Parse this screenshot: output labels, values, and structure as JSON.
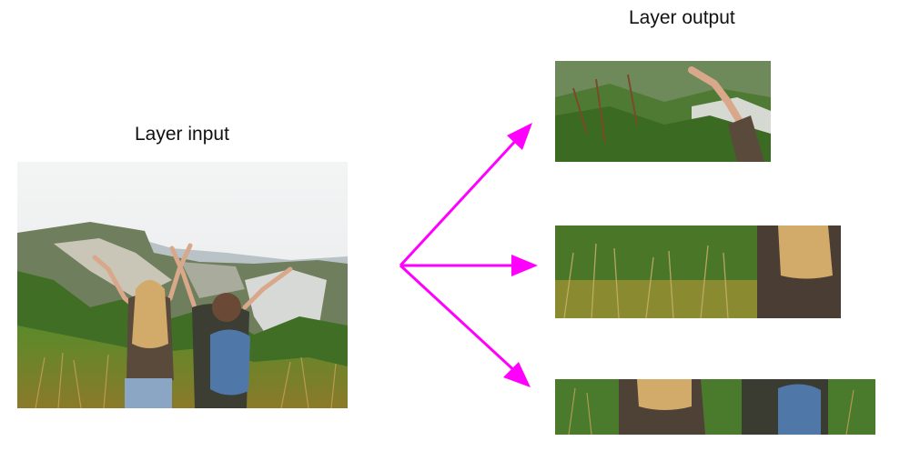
{
  "labels": {
    "input": "Layer input",
    "output": "Layer output"
  },
  "colors": {
    "arrow": "#ff00ff",
    "text": "#111111"
  },
  "images": {
    "input": "photo of two people with raised arms overlooking a green valley",
    "output_crops": [
      "crop: raised arm over foliage",
      "crop: grass and long hair",
      "crop: shoulders and backpack"
    ]
  },
  "arrow_count": 3
}
